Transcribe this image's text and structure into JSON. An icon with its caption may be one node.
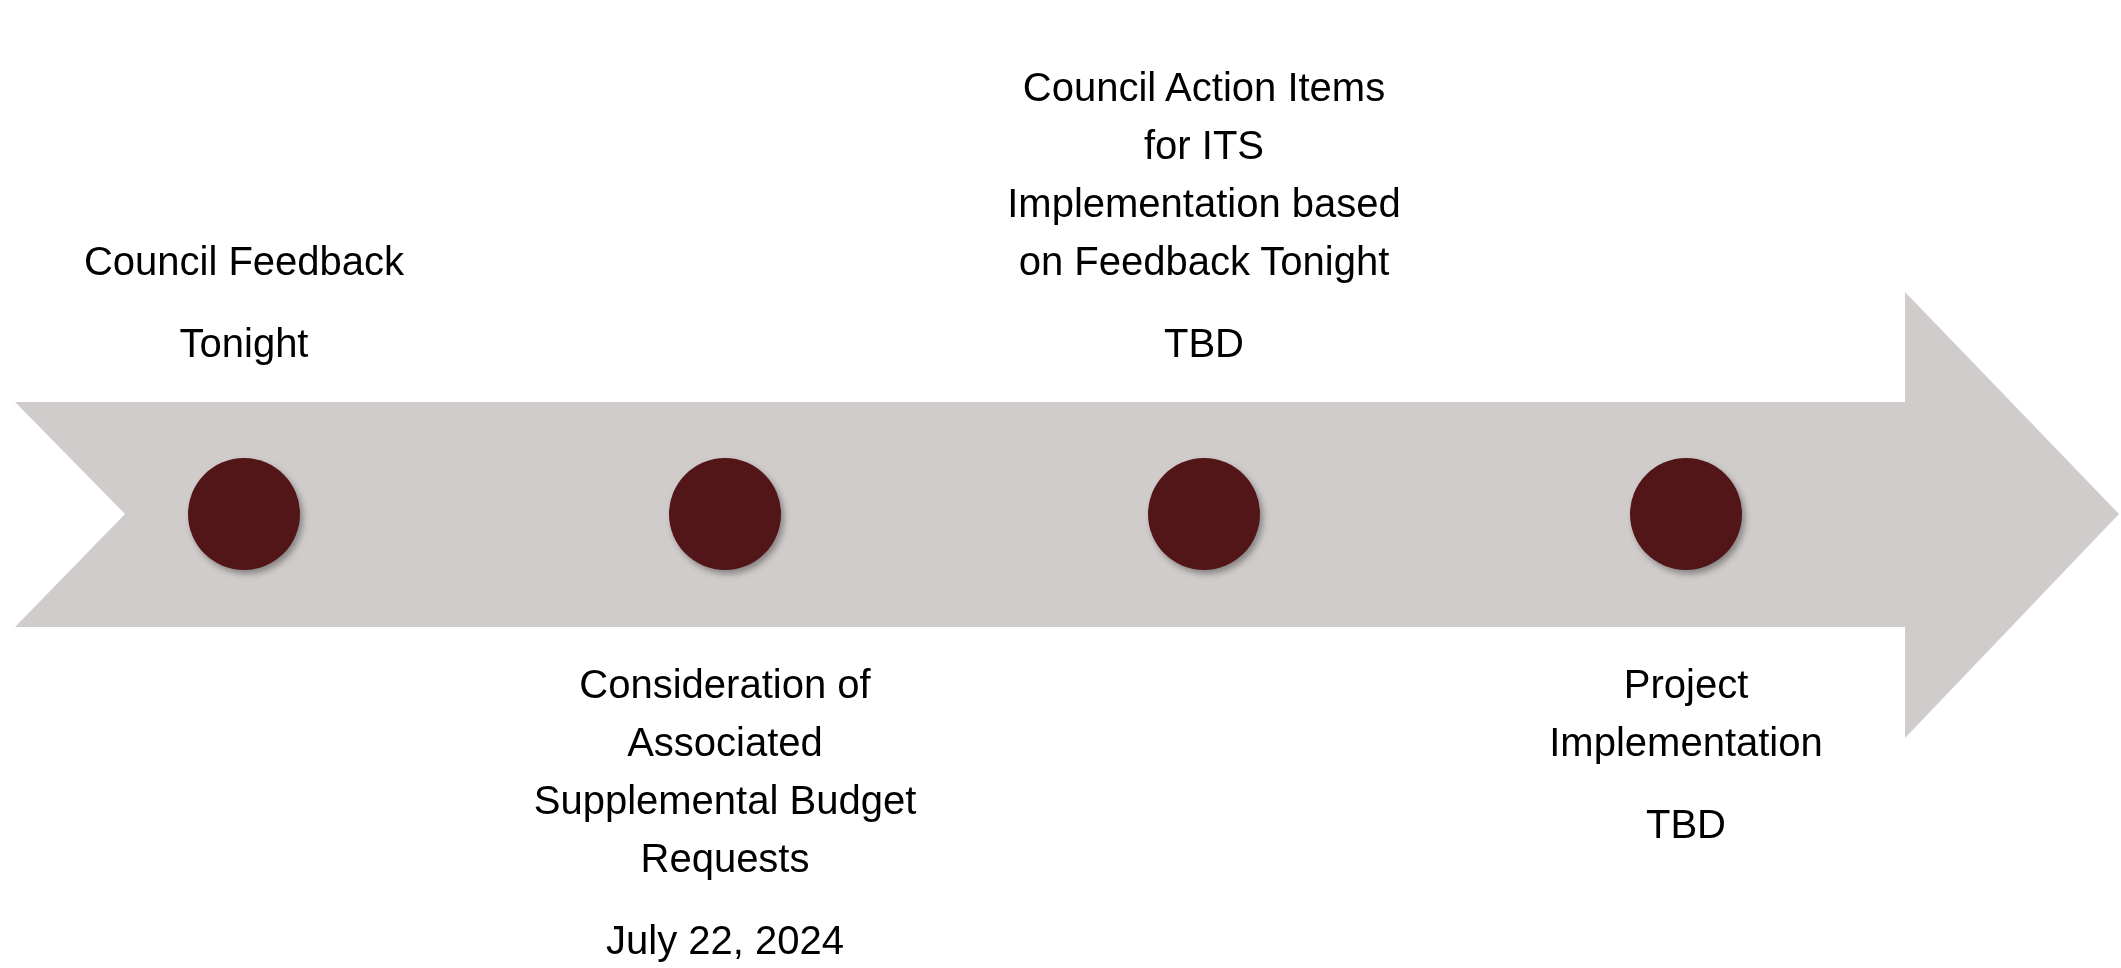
{
  "diagram": {
    "nodes": [
      {
        "text": [
          "Council Feedback",
          "Tonight"
        ]
      },
      {
        "text": [
          "Consideration of Associated Supplemental Budget Requests",
          "July 22, 2024"
        ]
      },
      {
        "text": [
          "Council Action Items for ITS Implementation based on Feedback Tonight",
          "TBD"
        ]
      },
      {
        "text": [
          "Project Implementation",
          "TBD"
        ]
      }
    ],
    "edges": []
  }
}
